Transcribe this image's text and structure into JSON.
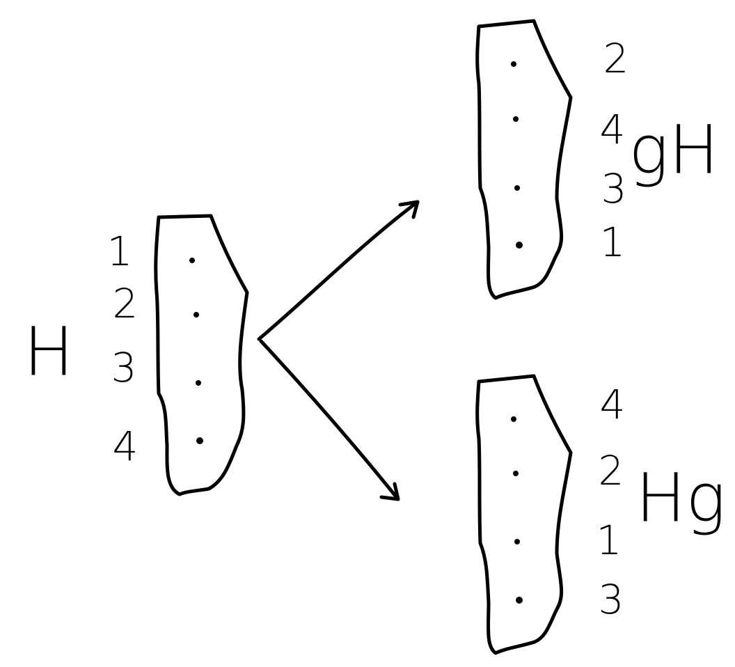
{
  "colors": {
    "ink": "#000000",
    "background": "#ffffff"
  },
  "original": {
    "label": "H",
    "order": [
      "1",
      "2",
      "3",
      "4"
    ]
  },
  "result_top": {
    "label": "gH",
    "order": [
      "2",
      "4",
      "3",
      "1"
    ]
  },
  "result_bottom": {
    "label": "Hg",
    "order": [
      "4",
      "2",
      "1",
      "3"
    ]
  }
}
